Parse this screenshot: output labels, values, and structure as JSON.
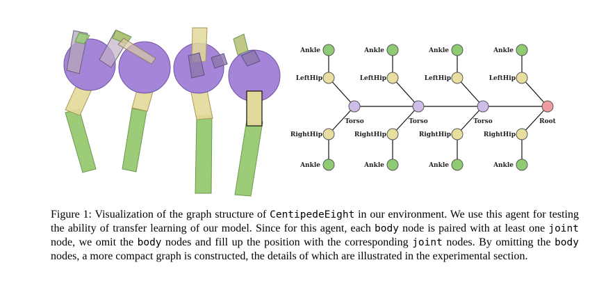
{
  "graph": {
    "top_row": [
      "Ankle",
      "Ankle",
      "Ankle",
      "Ankle"
    ],
    "hip_top_row": [
      "LeftHip",
      "LeftHip",
      "LeftHip",
      "LeftHip"
    ],
    "middle_row": [
      "Torso",
      "Torso",
      "Torso",
      "Root"
    ],
    "hip_bottom_row": [
      "RightHip",
      "RightHip",
      "RightHip",
      "RightHip"
    ],
    "bottom_row": [
      "Ankle",
      "Ankle",
      "Ankle",
      "Ankle"
    ]
  },
  "colors": {
    "body_purple": "#a585d8",
    "thigh_tan": "#e3d99a",
    "shin_green": "#9ccc78",
    "ankle_node": "#8fcb73",
    "hip_node": "#e8dea0",
    "torso_node": "#cfbde9",
    "root_node": "#ef9ba0"
  },
  "caption": {
    "p1": "Figure 1: Visualization of the graph structure of ",
    "m1": "CentipedeEight",
    "p2": " in our environment.  We use this agent for testing the ability of transfer learning of our model. Since for this agent, each ",
    "m2": "body",
    "p3": " node is paired with at least one ",
    "m3": "joint",
    "p4": " node, we omit the ",
    "m4": "body",
    "p5": " nodes and fill up the position with the corresponding ",
    "m5": "joint",
    "p6": " nodes.  By omitting the ",
    "m6": "body",
    "p7": " nodes, a more compact graph is constructed, the details of which are illustrated in the experimental section."
  }
}
